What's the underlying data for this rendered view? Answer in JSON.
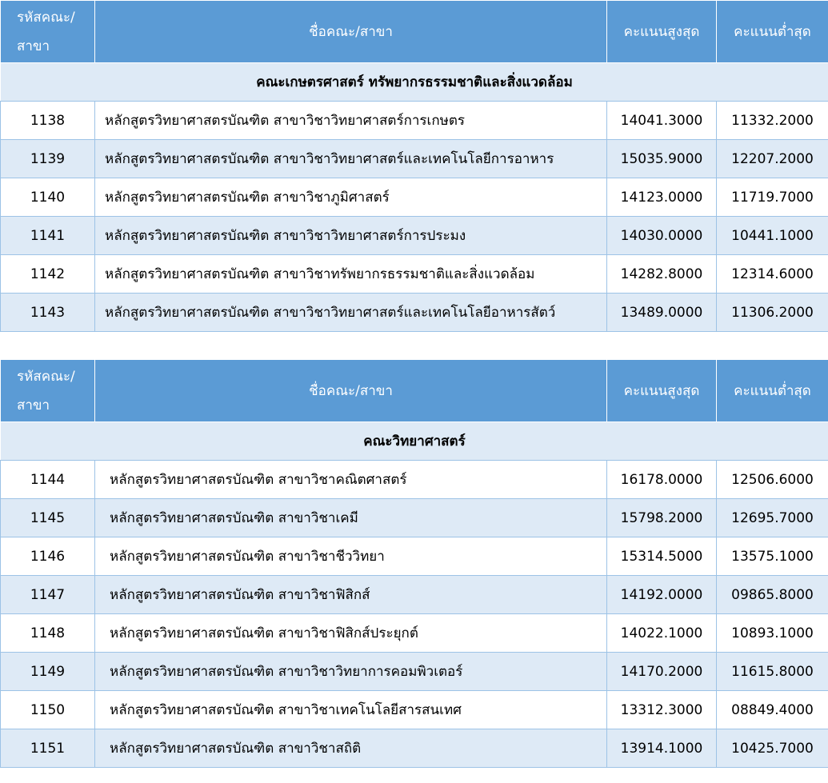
{
  "header": {
    "code_line1": "รหัสคณะ/",
    "code_line2": "สาขา",
    "name": "ชื่อคณะ/สาขา",
    "max_score": "คะแนนสูงสุด",
    "min_score": "คะแนนต่ำสุด"
  },
  "tables": [
    {
      "faculty": "คณะเกษตรศาสตร์ ทรัพยากรธรรมชาติและสิ่งแวดล้อม",
      "rows": [
        {
          "code": "1138",
          "name": "หลักสูตรวิทยาศาสตรบัณฑิต สาขาวิชาวิทยาศาสตร์การเกษตร",
          "max": "14041.3000",
          "min": "11332.2000"
        },
        {
          "code": "1139",
          "name": "หลักสูตรวิทยาศาสตรบัณฑิต สาขาวิชาวิทยาศาสตร์และเทคโนโลยีการอาหาร",
          "max": "15035.9000",
          "min": "12207.2000"
        },
        {
          "code": "1140",
          "name": "หลักสูตรวิทยาศาสตรบัณฑิต สาขาวิชาภูมิศาสตร์",
          "max": "14123.0000",
          "min": "11719.7000"
        },
        {
          "code": "1141",
          "name": "หลักสูตรวิทยาศาสตรบัณฑิต สาขาวิชาวิทยาศาสตร์การประมง",
          "max": "14030.0000",
          "min": "10441.1000"
        },
        {
          "code": "1142",
          "name": "หลักสูตรวิทยาศาสตรบัณฑิต สาขาวิชาทรัพยากรธรรมชาติและสิ่งแวดล้อม",
          "max": "14282.8000",
          "min": "12314.6000"
        },
        {
          "code": "1143",
          "name": "หลักสูตรวิทยาศาสตรบัณฑิต สาขาวิชาวิทยาศาสตร์และเทคโนโลยีอาหารสัตว์",
          "max": "13489.0000",
          "min": "11306.2000"
        }
      ]
    },
    {
      "faculty": "คณะวิทยาศาสตร์",
      "rows": [
        {
          "code": "1144",
          "name": "หลักสูตรวิทยาศาสตรบัณฑิต สาขาวิชาคณิตศาสตร์",
          "max": "16178.0000",
          "min": "12506.6000"
        },
        {
          "code": "1145",
          "name": "หลักสูตรวิทยาศาสตรบัณฑิต สาขาวิชาเคมี",
          "max": "15798.2000",
          "min": "12695.7000"
        },
        {
          "code": "1146",
          "name": "หลักสูตรวิทยาศาสตรบัณฑิต สาขาวิชาชีววิทยา",
          "max": "15314.5000",
          "min": "13575.1000"
        },
        {
          "code": "1147",
          "name": "หลักสูตรวิทยาศาสตรบัณฑิต สาขาวิชาฟิสิกส์",
          "max": "14192.0000",
          "min": "09865.8000"
        },
        {
          "code": "1148",
          "name": "หลักสูตรวิทยาศาสตรบัณฑิต สาขาวิชาฟิสิกส์ประยุกต์",
          "max": "14022.1000",
          "min": "10893.1000"
        },
        {
          "code": "1149",
          "name": "หลักสูตรวิทยาศาสตรบัณฑิต สาขาวิชาวิทยาการคอมพิวเตอร์",
          "max": "14170.2000",
          "min": "11615.8000"
        },
        {
          "code": "1150",
          "name": "หลักสูตรวิทยาศาสตรบัณฑิต สาขาวิชาเทคโนโลยีสารสนเทศ",
          "max": "13312.3000",
          "min": "08849.4000"
        },
        {
          "code": "1151",
          "name": "หลักสูตรวิทยาศาสตรบัณฑิต สาขาวิชาสถิติ",
          "max": "13914.1000",
          "min": "10425.7000"
        }
      ]
    }
  ],
  "colors": {
    "header_bg": "#5b9bd5",
    "band_bg": "#deeaf6",
    "border": "#9dc3e6"
  }
}
